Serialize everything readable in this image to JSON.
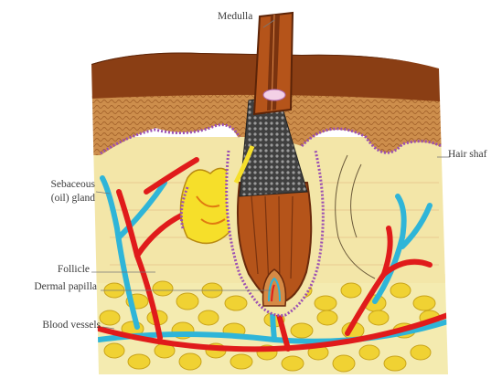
{
  "diagram": {
    "labels": {
      "medulla": "Medulla",
      "hair_shaft": "Hair shaf",
      "sebaceous_line1": "Sebaceous",
      "sebaceous_line2": "(oil) gland",
      "follicle": "Follicle",
      "dermal_papilla": "Dermal papilla",
      "blood_vessels": "Blood vessels"
    },
    "colors": {
      "epidermis": "#8a3e14",
      "dermis_top": "#c98a4a",
      "dermis_texture": "#d9a25a",
      "dermis_lower": "#f3e6a8",
      "fat_bg": "#f4ebb0",
      "fat_cell": "#f0d233",
      "hair_shaft": "#b5541a",
      "hair_dark": "#3c3c3c",
      "artery": "#e01b1b",
      "vein": "#2fb5d8",
      "gland": "#f6df2a",
      "membrane": "#9b4fb3"
    }
  }
}
